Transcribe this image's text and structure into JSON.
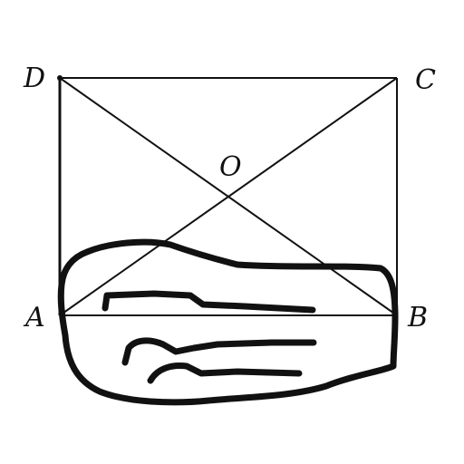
{
  "figure": {
    "points": {
      "A": {
        "label": "A"
      },
      "B": {
        "label": "B"
      },
      "C": {
        "label": "C"
      },
      "D": {
        "label": "D"
      },
      "O": {
        "label": "O"
      }
    }
  },
  "colors": {
    "ink": "#111111",
    "background": "#ffffff"
  }
}
